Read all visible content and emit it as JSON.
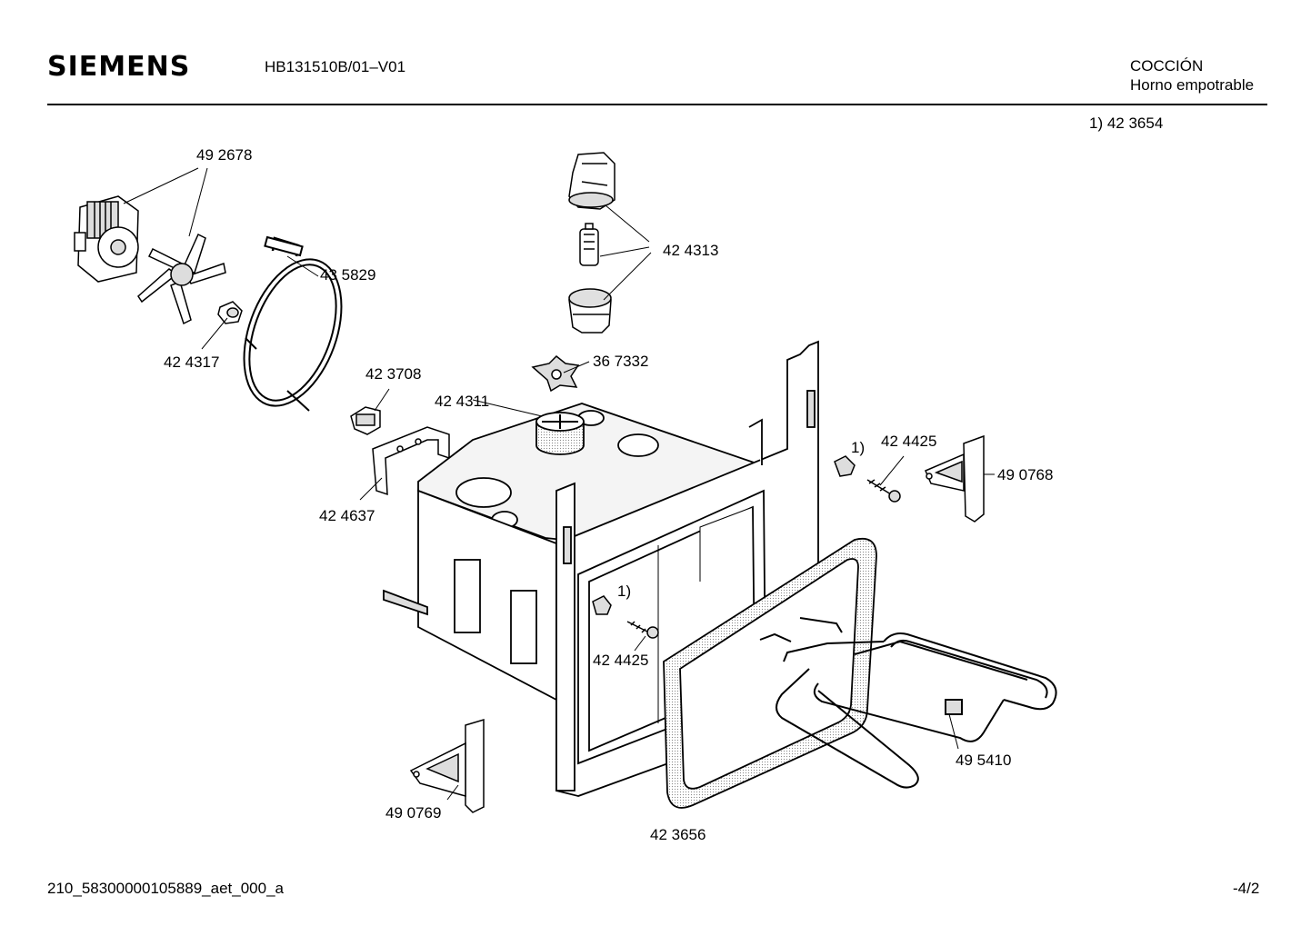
{
  "header": {
    "brand": "SIEMENS",
    "model": "HB131510B/01–V01",
    "category_line1": "COCCIÓN",
    "category_line2": "Horno empotrable",
    "note": "1)  42 3654"
  },
  "parts": {
    "p492678": "49 2678",
    "p435829": "43 5829",
    "p424317": "42 4317",
    "p424313": "42 4313",
    "p367332": "36 7332",
    "p423708": "42 3708",
    "p424311": "42 4311",
    "p424637": "42 4637",
    "p424425a": "42 4425",
    "p424425b": "42 4425",
    "p490768": "49 0768",
    "p495410": "49 5410",
    "p490769": "49 0769",
    "p423656": "42 3656",
    "ref1a": "1)",
    "ref1b": "1)"
  },
  "footer": {
    "code": "210_58300000105889_aet_000_a",
    "page": "-4/2"
  },
  "colors": {
    "ink": "#000000",
    "paper": "#ffffff",
    "shade": "#d8d8d8"
  }
}
